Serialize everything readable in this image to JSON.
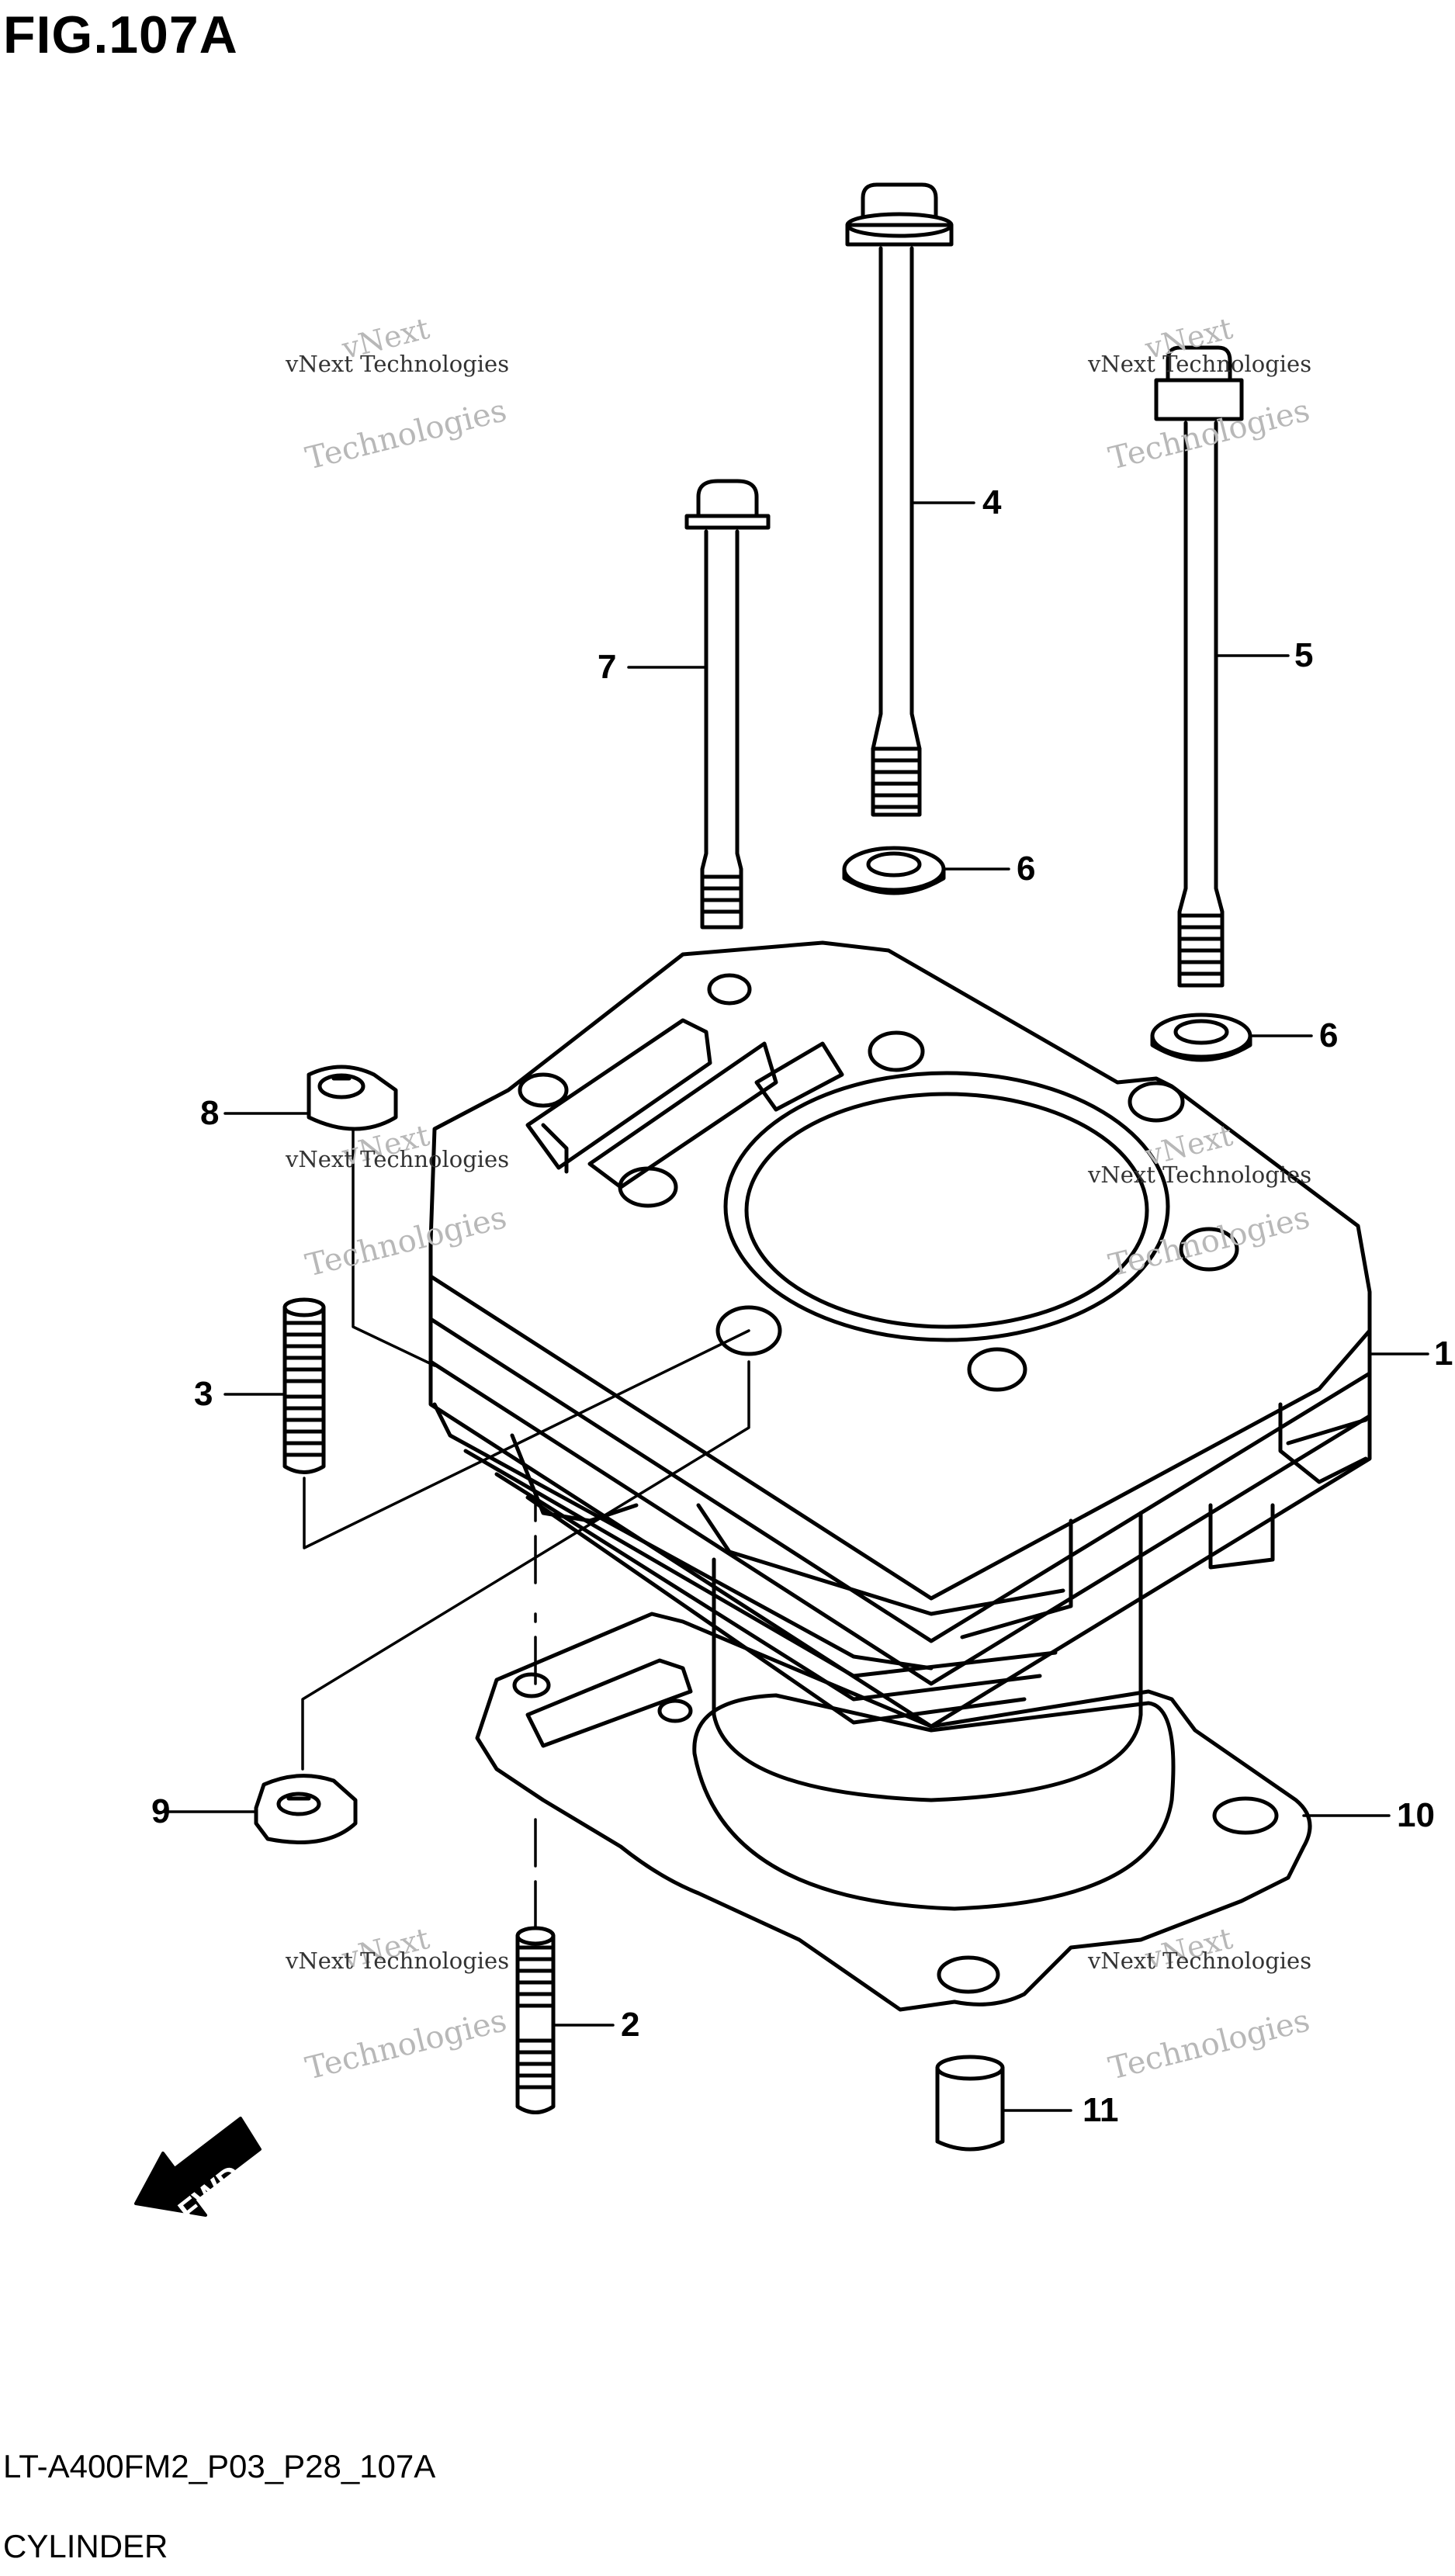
{
  "figure": {
    "title": "FIG.107A",
    "code": "LT-A400FM2_P03_P28_107A",
    "name": "CYLINDER"
  },
  "callouts": [
    {
      "id": "1",
      "part": "cylinder"
    },
    {
      "id": "2",
      "part": "stud-bottom"
    },
    {
      "id": "3",
      "part": "stud-left"
    },
    {
      "id": "4",
      "part": "long-bolt-center"
    },
    {
      "id": "5",
      "part": "long-bolt-right"
    },
    {
      "id": "6",
      "part": "washer-center"
    },
    {
      "id": "6",
      "part": "washer-right"
    },
    {
      "id": "7",
      "part": "bolt-left"
    },
    {
      "id": "8",
      "part": "nut-top"
    },
    {
      "id": "9",
      "part": "nut-bottom"
    },
    {
      "id": "10",
      "part": "base-gasket"
    },
    {
      "id": "11",
      "part": "dowel-pin"
    }
  ],
  "watermark": {
    "line1": "vNext",
    "line2": "Technologies",
    "small": "vNext Technologies"
  },
  "fwd_label": "FWD"
}
